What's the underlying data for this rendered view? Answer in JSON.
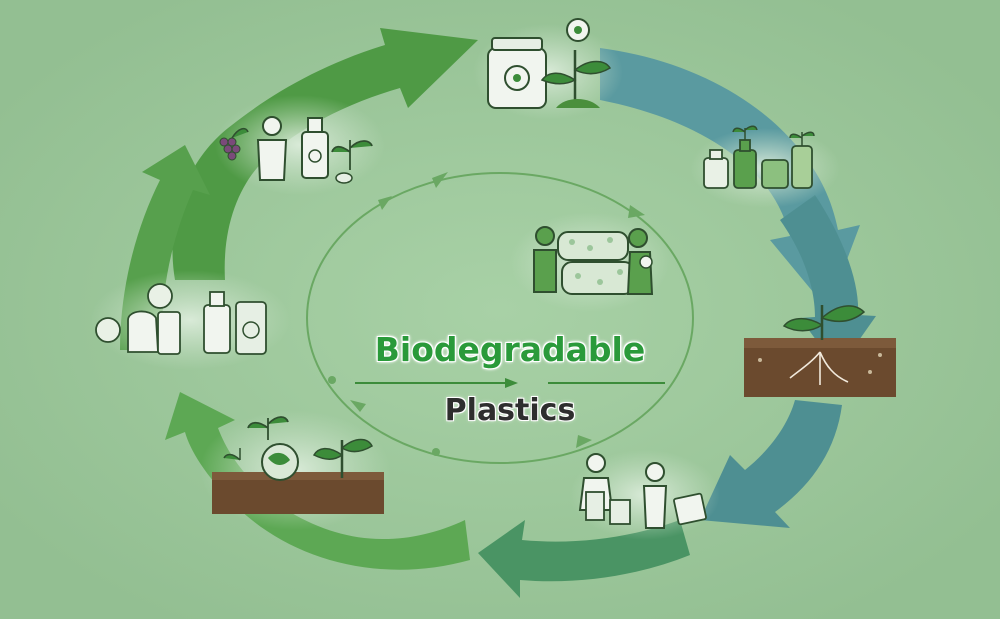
{
  "title": {
    "line1": "Biodegradable",
    "line2": "Plastics"
  },
  "colors": {
    "background": "#9cc69b",
    "arrow_green_dark": "#4f9a45",
    "arrow_green_mid": "#5da854",
    "arrow_teal": "#5a9aa0",
    "arrow_blue_teal": "#4e8f92",
    "arrow_green_bottom": "#4a9464",
    "inner_ring": "#6aa863",
    "title_green": "#2a9a3a",
    "title_dark": "#2e2e2e",
    "soil": "#6b4a2e",
    "leaf": "#3c8c3a"
  },
  "stages": [
    {
      "id": "lab-seedling",
      "icon": "jar-and-seedling-icon"
    },
    {
      "id": "bottles",
      "icon": "green-bottles-icon"
    },
    {
      "id": "soil-roots",
      "icon": "soil-roots-icon"
    },
    {
      "id": "people-bags",
      "icon": "people-with-bags-icon"
    },
    {
      "id": "soil-sprouts",
      "icon": "soil-sprouts-icon"
    },
    {
      "id": "food-containers",
      "icon": "food-containers-icon"
    },
    {
      "id": "person-bottle",
      "icon": "person-and-bottle-icon"
    },
    {
      "id": "center-research",
      "icon": "people-examining-material-icon"
    }
  ]
}
